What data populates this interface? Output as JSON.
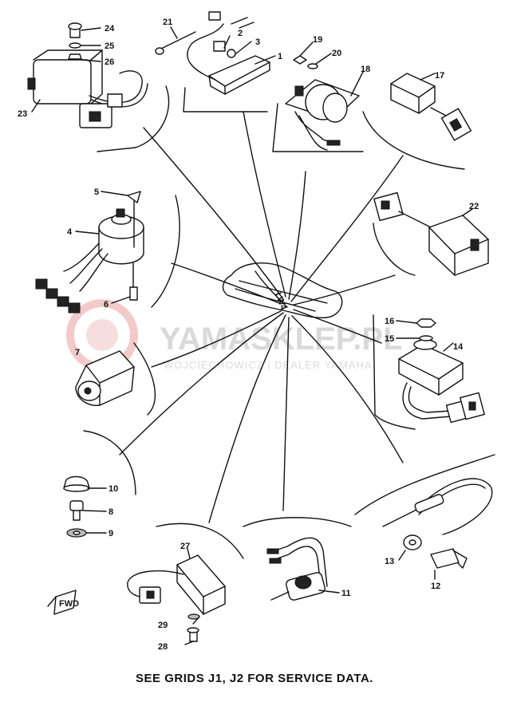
{
  "diagram": {
    "footer_text": "SEE GRIDS J1, J2 FOR SERVICE DATA.",
    "watermark_main": "YAMASKLEP.PL",
    "watermark_sub": "WOJCIECHOWICZ | DEALER YAMAHA",
    "harness_tag": "LW4",
    "direction_arrow_label": "FWD",
    "callouts": [
      "1",
      "2",
      "3",
      "4",
      "5",
      "6",
      "7",
      "8",
      "9",
      "10",
      "11",
      "12",
      "13",
      "14",
      "15",
      "16",
      "17",
      "18",
      "19",
      "20",
      "21",
      "22",
      "23",
      "24",
      "25",
      "26",
      "27",
      "28",
      "29"
    ]
  }
}
